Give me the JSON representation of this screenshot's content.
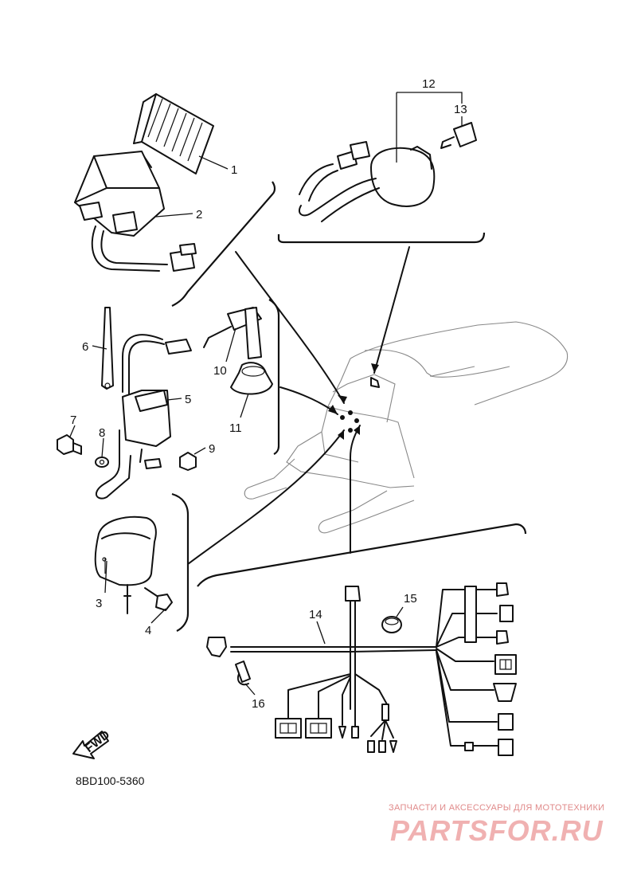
{
  "diagram": {
    "doc_code": "8BD100-5360",
    "direction_arrow": "FWD",
    "callouts": [
      "1",
      "2",
      "3",
      "4",
      "5",
      "6",
      "7",
      "8",
      "9",
      "10",
      "11",
      "12",
      "13",
      "14",
      "15",
      "16"
    ]
  },
  "watermark": {
    "tagline": "ЗАПЧАСТИ И АКСЕССУАРЫ ДЛЯ МОТОТЕХНИКИ",
    "logo": "PARTSFOR.RU"
  }
}
